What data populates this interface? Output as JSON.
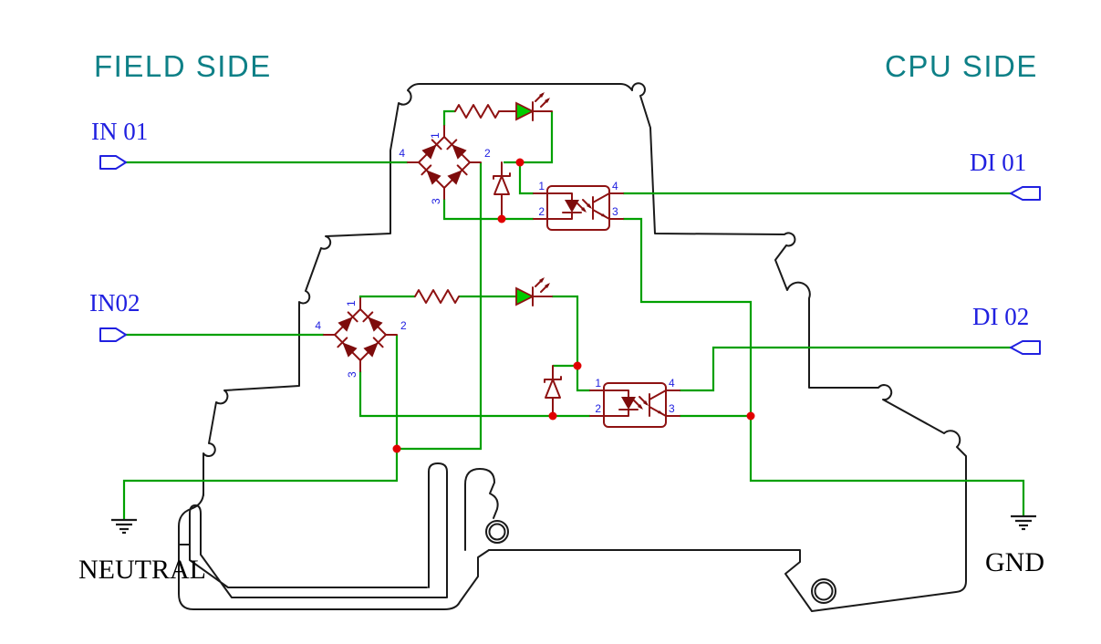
{
  "headers": {
    "field_side": "FIELD SIDE",
    "cpu_side": "CPU SIDE"
  },
  "field_terminals": {
    "in01": "IN 01",
    "in02": "IN02"
  },
  "cpu_terminals": {
    "di01": "DI 01",
    "di02": "DI 02"
  },
  "power_labels": {
    "neutral": "NEUTRAL",
    "ground": "GND"
  },
  "pins": {
    "p1": "1",
    "p2": "2",
    "p3": "3",
    "p4": "4"
  },
  "colors": {
    "background": "#ffffff",
    "housing_outline": "#1a1a1a",
    "wire_green": "#00a000",
    "component_dark_red": "#8e1212",
    "diode_fill": "#7e0c0c",
    "led_green": "#00cc00",
    "junction_red": "#e00000",
    "label_blue": "#2020e0",
    "header_teal": "#0e8087",
    "text_black": "#000000"
  }
}
